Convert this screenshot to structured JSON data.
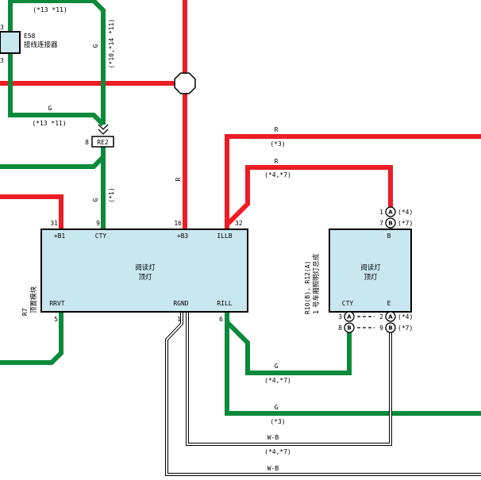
{
  "colors": {
    "red": "#ee1c24",
    "green": "#0a8a3a",
    "box_fill": "#c9e7f0"
  },
  "connector_e58": {
    "pin_top": "3",
    "pin_bottom": "3",
    "code": "E58",
    "name": "接线连接器"
  },
  "connector_re2": {
    "pin": "8",
    "code": "RE2"
  },
  "wires": {
    "top_green": {
      "variant": "(*13 *11)"
    },
    "green_vertical_upper": {
      "color": "G",
      "variant": "(*10,*14 *11)"
    },
    "green_e58_branch": {
      "color": "G",
      "variant": "(*13 *11)"
    },
    "red_center_vertical": {
      "color": "R"
    },
    "green_vertical_lower": {
      "color": "G",
      "variant": "(*1)"
    },
    "red_illb_main": {
      "color": "R",
      "variant": "(*3)"
    },
    "red_illb_branch": {
      "color": "R",
      "variant": "(*4,*7)"
    },
    "green_rill_branch": {
      "color": "G",
      "variant": "(*4,*7)"
    },
    "green_rill_main": {
      "color": "G",
      "variant": "(*3)"
    },
    "wb_to_e": {
      "color": "W-B",
      "variant": "(*4,*7)"
    },
    "wb_ground": {
      "color": "W-B"
    }
  },
  "overhead_module": {
    "code": "R7",
    "name": "顶置模块",
    "title_line1": "阅读灯",
    "title_line2": "顶灯",
    "pins_top": [
      {
        "num": "31",
        "name": "+B1"
      },
      {
        "num": "9",
        "name": "CTY"
      },
      {
        "num": "16",
        "name": "+B3"
      },
      {
        "num": "32",
        "name": "ILLB"
      }
    ],
    "pins_bottom": [
      {
        "num": "5",
        "name": "RRVT"
      },
      {
        "num": "1",
        "name": "RGND"
      },
      {
        "num": "6",
        "name": "RILL"
      }
    ]
  },
  "room_lamp": {
    "code": "R10(B), R12(A)",
    "name": "1 号车厢照明灯总成",
    "title_line1": "阅读灯",
    "title_line2": "顶灯",
    "pin_b": "B",
    "pin_cty": "CTY",
    "pin_e": "E",
    "connectors_top": [
      {
        "num": "1",
        "letter": "A",
        "variant": "(*4)"
      },
      {
        "num": "7",
        "letter": "B",
        "variant": "(*7)"
      }
    ],
    "connectors_cty": [
      {
        "num": "3",
        "letter": "A"
      },
      {
        "num": "8",
        "letter": "B"
      }
    ],
    "connectors_e": [
      {
        "num": "2",
        "letter": "A",
        "variant": "(*4)"
      },
      {
        "num": "9",
        "letter": "B",
        "variant": "(*7)"
      }
    ]
  }
}
